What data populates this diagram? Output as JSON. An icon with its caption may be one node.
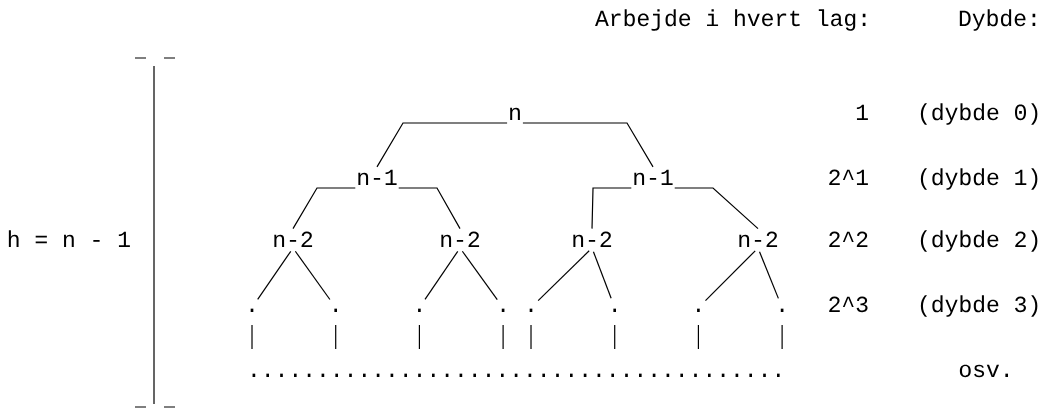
{
  "diagram": {
    "nodes": [
      {
        "text": [
          "n"
        ]
      },
      {
        "text": [
          "n-1"
        ]
      },
      {
        "text": [
          "n-1"
        ]
      },
      {
        "text": [
          "n-2"
        ]
      },
      {
        "text": [
          "n-2"
        ]
      },
      {
        "text": [
          "n-2"
        ]
      },
      {
        "text": [
          "n-2"
        ]
      },
      {
        "text": [
          "."
        ]
      },
      {
        "text": [
          "."
        ]
      },
      {
        "text": [
          "."
        ]
      },
      {
        "text": [
          "."
        ]
      },
      {
        "text": [
          "."
        ]
      },
      {
        "text": [
          "."
        ]
      },
      {
        "text": [
          "."
        ]
      },
      {
        "text": [
          "."
        ]
      }
    ],
    "edges": [
      {
        "from": 0,
        "to": 1,
        "arrow": "none"
      },
      {
        "from": 0,
        "to": 2,
        "arrow": "none"
      },
      {
        "from": 1,
        "to": 3,
        "arrow": "none"
      },
      {
        "from": 1,
        "to": 4,
        "arrow": "none"
      },
      {
        "from": 2,
        "to": 5,
        "arrow": "none"
      },
      {
        "from": 2,
        "to": 6,
        "arrow": "none"
      },
      {
        "from": 3,
        "to": 7,
        "arrow": "none"
      },
      {
        "from": 3,
        "to": 8,
        "arrow": "none"
      },
      {
        "from": 4,
        "to": 9,
        "arrow": "none"
      },
      {
        "from": 4,
        "to": 10,
        "arrow": "none"
      },
      {
        "from": 5,
        "to": 11,
        "arrow": "none"
      },
      {
        "from": 5,
        "to": 12,
        "arrow": "none"
      },
      {
        "from": 6,
        "to": 13,
        "arrow": "none"
      },
      {
        "from": 6,
        "to": 14,
        "arrow": "none"
      },
      {
        "from": 7,
        "to": null,
        "arrow": "none"
      },
      {
        "from": 8,
        "to": null,
        "arrow": "none"
      },
      {
        "from": 9,
        "to": null,
        "arrow": "none"
      },
      {
        "from": 10,
        "to": null,
        "arrow": "none"
      },
      {
        "from": 11,
        "to": null,
        "arrow": "none"
      },
      {
        "from": 12,
        "to": null,
        "arrow": "none"
      },
      {
        "from": 13,
        "to": null,
        "arrow": "none"
      },
      {
        "from": 14,
        "to": null,
        "arrow": "none"
      }
    ],
    "labels": [
      "Arbejde i hvert lag:",
      "Dybde:",
      "1",
      "(dybde 0)",
      "2^1",
      "(dybde 1)",
      "h = n - 1",
      "2^2",
      "(dybde 2)",
      "2^3",
      "(dybde 3)",
      ".......................................",
      "osv."
    ]
  }
}
